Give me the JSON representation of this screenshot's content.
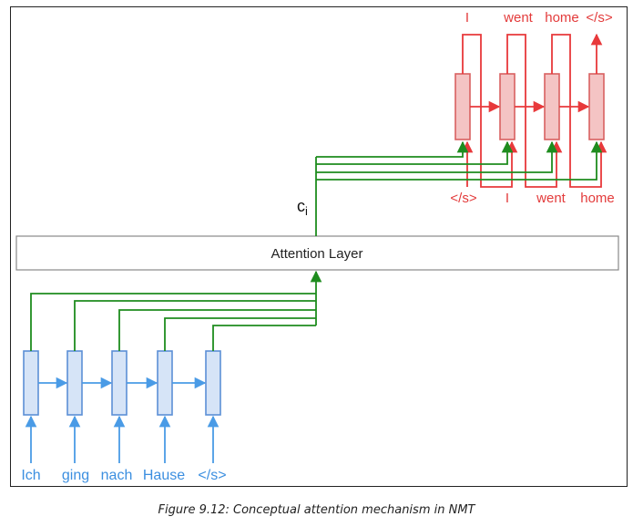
{
  "caption": "Figure 9.12: Conceptual attention mechanism in NMT",
  "attention_layer": {
    "label": "Attention Layer"
  },
  "context": {
    "symbol": "c",
    "subscript": "i"
  },
  "encoder": {
    "inputs": [
      "Ich",
      "ging",
      "nach",
      "Hause",
      "</s>"
    ]
  },
  "decoder": {
    "inputs": [
      "</s>",
      "I",
      "went",
      "home"
    ],
    "outputs": [
      "I",
      "went",
      "home",
      "</s>"
    ]
  },
  "colors": {
    "encoder": "#4a9be6",
    "decoder": "#e8393b",
    "attention": "#1e8c1e"
  }
}
